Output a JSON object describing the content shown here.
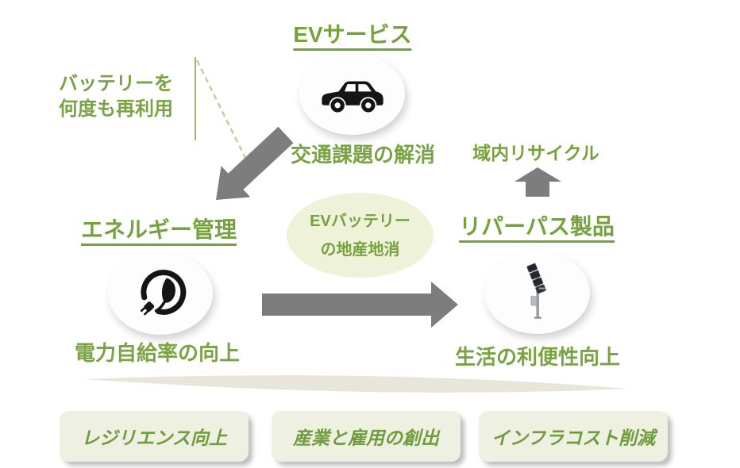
{
  "colors": {
    "accent_green": "#76a23e",
    "hub_fill": "#edf2d9",
    "benefit_fill": "#eef0e2",
    "arrow_gray": "#7d7d7d",
    "swoosh_beige": "#e8e6d8",
    "dashed_line": "#c3cf9a",
    "solid_line": "#a3b371"
  },
  "nodes": {
    "ev_service": {
      "title": "EVサービス",
      "caption": "交通課題の解消",
      "icon": "car-icon"
    },
    "energy_management": {
      "title": "エネルギー管理",
      "caption": "電力自給率の向上",
      "icon": "eco-plug-icon"
    },
    "repurposed_products": {
      "title": "リパーパス製品",
      "caption": "生活の利便性向上",
      "icon": "solar-streetlight-icon"
    }
  },
  "annotations": {
    "battery_reuse_line1": "バッテリーを",
    "battery_reuse_line2": "何度も再利用",
    "local_recycle": "域内リサイクル",
    "hub_line1": "EVバッテリー",
    "hub_line2": "の地産地消"
  },
  "benefits": [
    {
      "label": "レジリエンス向上"
    },
    {
      "label": "産業と雇用の創出"
    },
    {
      "label": "インフラコスト削減"
    }
  ]
}
